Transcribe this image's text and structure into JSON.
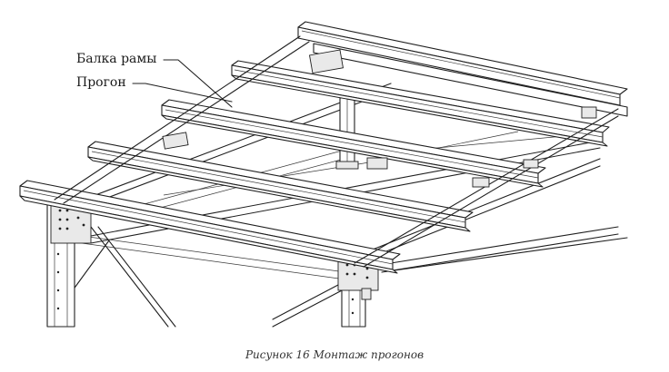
{
  "labels": {
    "beam": "Балка рамы",
    "purlin": "Прогон"
  },
  "caption": "Рисунок 16 Монтаж прогонов",
  "colors": {
    "line": "#1f1f1f",
    "background": "#ffffff",
    "caption": "#333333"
  }
}
